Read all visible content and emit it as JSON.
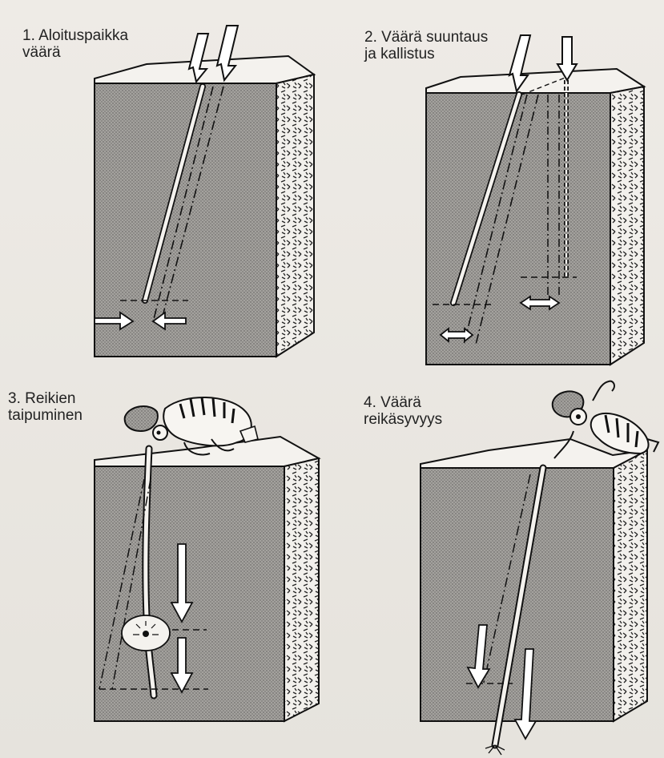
{
  "panels": [
    {
      "caption_line1": "1. Aloituspaikka",
      "caption_line2": "väärä"
    },
    {
      "caption_line1": "2. Väärä suuntaus",
      "caption_line2": "ja kallistus"
    },
    {
      "caption_line1": "3. Reikien",
      "caption_line2": "taipuminen"
    },
    {
      "caption_line1": "4. Väärä",
      "caption_line2": "reikäsyvyys"
    }
  ],
  "colors": {
    "ink": "#1d1d1d",
    "paper": "#ebe8e2",
    "stipple": "#9c9a96"
  },
  "icons": [
    "block-diagram",
    "drill-arrow",
    "worker-cat"
  ]
}
